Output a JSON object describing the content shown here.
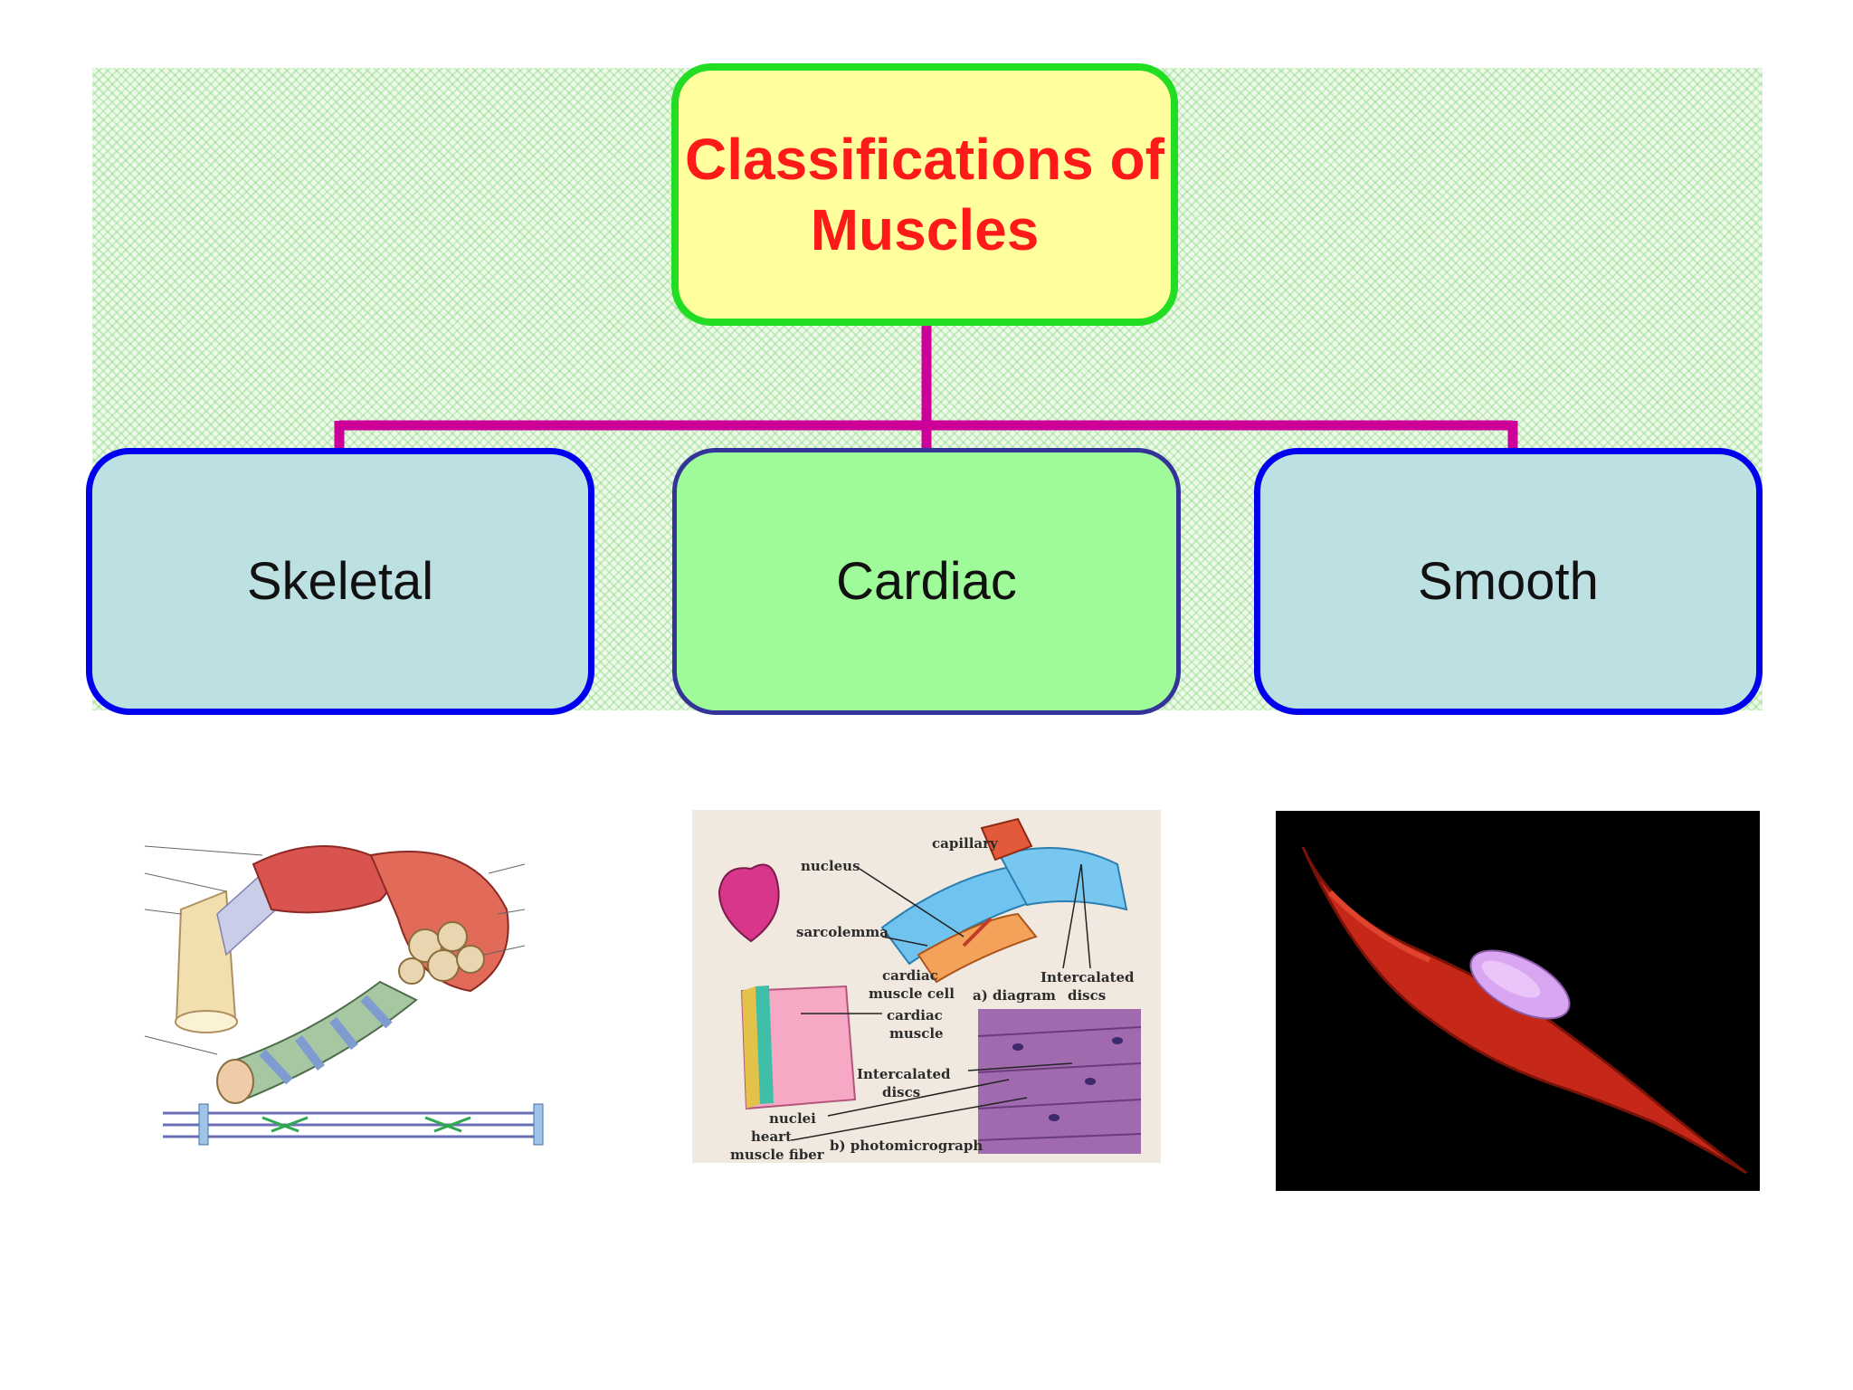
{
  "title": {
    "line1": "Classifications of",
    "line2": "Muscles"
  },
  "categories": [
    {
      "label": "Skeletal"
    },
    {
      "label": "Cardiac"
    },
    {
      "label": "Smooth"
    }
  ],
  "cardiac_figure": {
    "capillary": "capillary",
    "nucleus": "nucleus",
    "sarcolemma": "sarcolemma",
    "cardiac_muscle_cell_1": "cardiac",
    "cardiac_muscle_cell_2": "muscle cell",
    "intercalated_discs_1": "Intercalated",
    "intercalated_discs_2": "discs",
    "diagram": "a) diagram",
    "cardiac_muscle_1": "cardiac",
    "cardiac_muscle_2": "muscle",
    "intercalated_lower_1": "Intercalated",
    "intercalated_lower_2": "discs",
    "nuclei": "nuclei",
    "heart": "heart",
    "muscle_fiber": "muscle fiber",
    "photomicrograph": "b) photomicrograph"
  },
  "colors": {
    "title_border": "#22dd22",
    "title_fill": "#ffff9e",
    "title_text": "#ff1a1a",
    "connector": "#cc0099",
    "skeletal_fill": "#bde0e3",
    "skeletal_border": "#0000ee",
    "cardiac_fill": "#9ffb99",
    "cardiac_border": "#333399",
    "smooth_fill": "#bde0e3",
    "smooth_border": "#0000ee"
  }
}
